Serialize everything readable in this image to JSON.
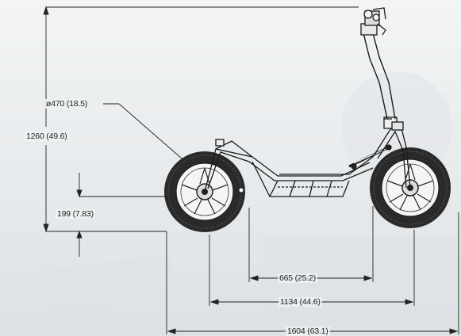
{
  "drawing": {
    "line_color": "#1a1a1a",
    "tire_color": "#2a2a2a",
    "background_color": "#eceff1"
  },
  "dimensions": {
    "overall_height": "1260 (49.6)",
    "wheel_diameter": "ø470 (18.5)",
    "ground_clearance": "199 (7.83)",
    "wheelbase_rear": "665 (25.2)",
    "wheelbase": "1134 (44.6)",
    "overall_length": "1604 (63.1)"
  }
}
